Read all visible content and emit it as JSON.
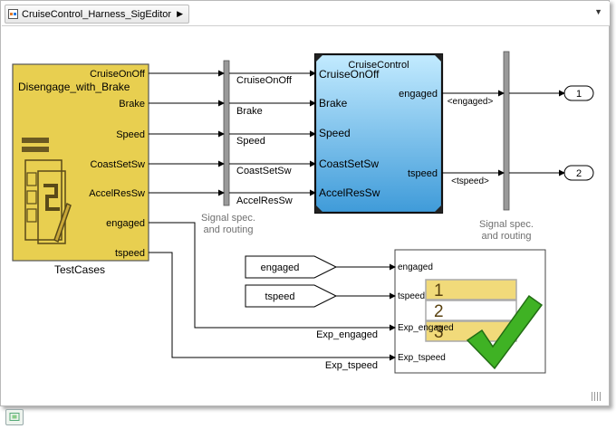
{
  "toolbar": {
    "breadcrumb_label": "CruiseControl_Harness_SigEditor"
  },
  "testcases": {
    "block_title": "Disengage_with_Brake",
    "name": "TestCases",
    "ports": [
      "CruiseOnOff",
      "Brake",
      "Speed",
      "CoastSetSw",
      "AccelResSw",
      "engaged",
      "tspeed"
    ],
    "fill": "#e8cf50"
  },
  "routing1": {
    "signal_labels": [
      "CruiseOnOff",
      "Brake",
      "Speed",
      "CoastSetSw",
      "AccelResSw"
    ],
    "caption_line1": "Signal spec.",
    "caption_line2": "and routing"
  },
  "cruise": {
    "title": "CruiseControl",
    "inports": [
      "CruiseOnOff",
      "Brake",
      "Speed",
      "CoastSetSw",
      "AccelResSw"
    ],
    "outports": [
      "engaged",
      "tspeed"
    ]
  },
  "routing2": {
    "signal_labels": [
      "<engaged>",
      "<tspeed>"
    ],
    "caption_line1": "Signal spec.",
    "caption_line2": "and routing"
  },
  "outports": [
    "1",
    "2"
  ],
  "gotos": [
    "engaged",
    "tspeed"
  ],
  "verify": {
    "inports": [
      "engaged",
      "tspeed",
      "Exp_engaged",
      "Exp_tspeed"
    ],
    "list_items": [
      "1",
      "2",
      "3"
    ]
  },
  "exp_signals": [
    "Exp_engaged",
    "Exp_tspeed"
  ]
}
